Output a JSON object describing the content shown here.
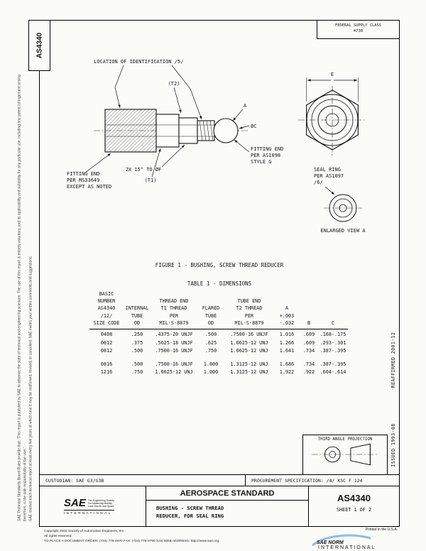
{
  "sidebar": {
    "doc_number": "AS4340",
    "note1": "SAE Technical Standards Board Rules provide that: \"This report is published by SAE to advance the state of technical and engineering sciences. The use of this report is entirely voluntary, and its applicability and suitability for any particular use, including any patent infringement arising therefrom, is the sole responsibility of the user.\"",
    "note2": "SAE reviews each technical report at least every five years at which time it may be reaffirmed, revised, or cancelled. SAE invites your written comments and suggestions."
  },
  "header": {
    "fsc_label": "FEDERAL SUPPLY CLASS",
    "fsc_value": "4730"
  },
  "drawing": {
    "labels": {
      "location_id": "LOCATION OF IDENTIFICATION /5/",
      "t2": "(T2)",
      "t1": "(T1)",
      "dim_e": "E",
      "dia_c": "ØC",
      "view_a": "A",
      "fitting_end_right": [
        "FITTING END",
        "PER AS1098",
        "STYLE G"
      ],
      "fitting_end_left": [
        "FITTING END",
        "PER MS33649",
        "EXCEPT AS NOTED"
      ],
      "chamfer": "2X 15° TO ØF",
      "seal_ring": [
        "SEAL RING",
        "PER AS1097",
        "/6/"
      ],
      "enlarged_view": "ENLARGED VIEW A"
    },
    "figure_caption": "FIGURE 1 - BUSHING, SCREW THREAD REDUCER"
  },
  "table": {
    "caption": "TABLE 1 - DIMENSIONS",
    "headers": [
      [
        "BASIC",
        "NUMBER",
        "AS4340",
        "/12/",
        "SIZE CODE"
      ],
      [
        "INTERNAL",
        "TUBE",
        "OD"
      ],
      [
        "THREAD END",
        "T1 THREAD",
        "PER",
        "MIL-S-8879"
      ],
      [
        "FLARED",
        "TUBE",
        "OD"
      ],
      [
        "TUBE END",
        "T2 THREAD",
        "PER",
        "MIL-S-8879"
      ],
      [
        "A",
        "+.003",
        "-.032"
      ],
      [
        "B"
      ],
      [
        "C"
      ]
    ],
    "rows": [
      [
        "0408",
        ".250",
        ".4375-20 UNJF",
        ".500",
        ".7500-16 UNJF",
        "1.016",
        ".609",
        ".168-.175"
      ],
      [
        "0612",
        ".375",
        ".5625-18 UNJF",
        ".625",
        "1.0625-12 UNJ",
        "1.266",
        ".609",
        ".293-.301"
      ],
      [
        "0812",
        ".500",
        ".7500-16 UNJF",
        ".750",
        "1.0625-12 UNJ",
        "1.641",
        ".734",
        ".387-.395"
      ],
      [
        "0816",
        ".500",
        ".7500-16 UNJF",
        "1.000",
        "1.3125-12 UNJ",
        "1.686",
        ".734",
        ".387-.395"
      ],
      [
        "1216",
        ".750",
        "1.0625-12 UNJ",
        "1.000",
        "1.3125-12 UNJ",
        "1.922",
        ".922",
        ".604-.614"
      ]
    ]
  },
  "margins": {
    "reaffirmed": "REAFFIRMED 2001-12",
    "issued": "ISSUED 1993-08"
  },
  "projection": {
    "label": "THIRD ANGLE PROJECTION"
  },
  "title_block": {
    "custodian": "CUSTODIAN: SAE G3/G3B",
    "procurement": "PROCUREMENT SPECIFICATION: /4/ KSC F 124",
    "standard_type": "AEROSPACE STANDARD",
    "title_line1": "BUSHING - SCREW THREAD",
    "title_line2": "REDUCER, FOR SEAL RING",
    "doc_number": "AS4340",
    "sheet": "SHEET 1 OF 2",
    "logo": {
      "sae": "SAE",
      "tagline1": "The Engineering Society",
      "tagline2": "For Advancing Mobility",
      "tagline3": "Land Sea Air and Space",
      "international": "INTERNATIONAL"
    }
  },
  "footer": {
    "copyright1": "Copyright 2002 Society of Automotive Engineers, Inc.",
    "copyright2": "All rights reserved.",
    "order_line": "TO PLACE A DOCUMENT ORDER: (724) 776-4970    FAX: (724) 776-0790    SAE WEB ADDRESS: http://www.sae.org",
    "printed": "Printed in the U.S.A.",
    "norm": {
      "text": "SAE NORM",
      "sub": "INTERNATIONAL"
    }
  }
}
